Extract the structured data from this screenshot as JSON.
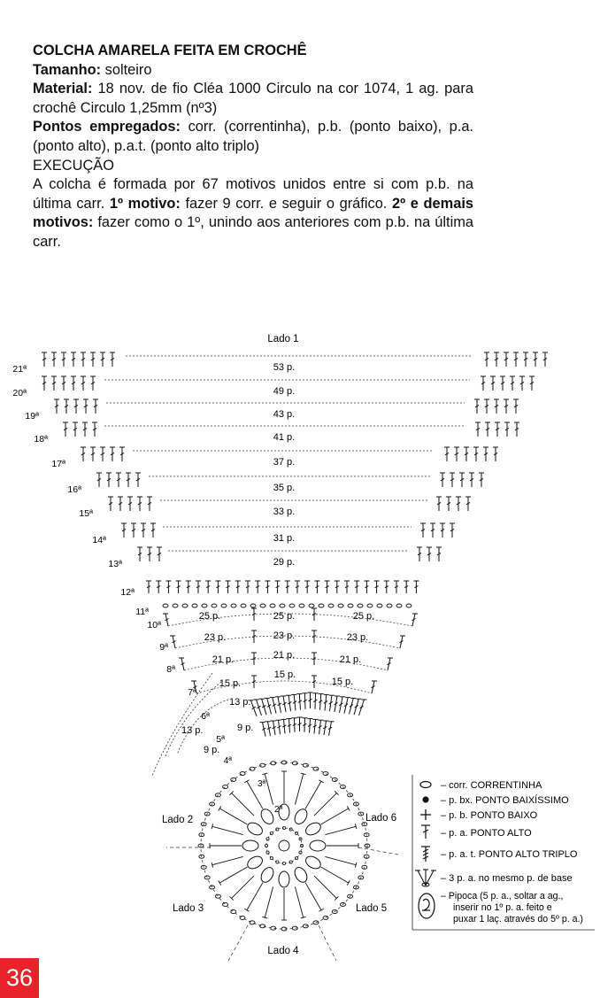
{
  "document": {
    "title": "COLCHA AMARELA FEITA EM CROCHÊ",
    "size_label": "Tamanho:",
    "size_value": "solteiro",
    "material_label": "Material:",
    "material_value": "18 nov. de fio Cléa 1000 Circulo na cor 1074, 1 ag. para crochê Circulo 1,25mm (nº3)",
    "stitches_label": "Pontos empregados:",
    "stitches_value": "corr. (correntinha), p.b. (ponto baixo), p.a. (ponto alto), p.a.t. (ponto alto triplo)",
    "execution_heading": "EXECUÇÃO",
    "execution_text_1": "A colcha é formada por 67 motivos unidos entre si com p.b. na última carr.",
    "motif1_label": "1º motivo:",
    "motif1_text": "fazer 9 corr. e seguir o gráfico.",
    "motif2_label": "2º e demais motivos:",
    "motif2_text": "fazer como o 1º, unindo aos anteriores com p.b. na última carr."
  },
  "diagram": {
    "side_labels": [
      "Lado 1",
      "Lado 2",
      "Lado 3",
      "Lado 4",
      "Lado 5",
      "Lado 6"
    ],
    "rows": [
      {
        "row": "21ª",
        "count": "53 p."
      },
      {
        "row": "20ª",
        "count": "49 p."
      },
      {
        "row": "19ª",
        "count": "43 p."
      },
      {
        "row": "18ª",
        "count": "41 p."
      },
      {
        "row": "17ª",
        "count": "37 p."
      },
      {
        "row": "16ª",
        "count": "35 p."
      },
      {
        "row": "15ª",
        "count": "33 p."
      },
      {
        "row": "14ª",
        "count": "31 p."
      },
      {
        "row": "13ª",
        "count": "29 p."
      },
      {
        "row": "12ª",
        "count": ""
      },
      {
        "row": "11ª",
        "count": ""
      },
      {
        "row": "10ª",
        "count": "25 p."
      },
      {
        "row": "9ª",
        "count": "23 p."
      },
      {
        "row": "8ª",
        "count": "21 p."
      },
      {
        "row": "7ª",
        "count": "15 p."
      },
      {
        "row": "6ª",
        "count": "13 p."
      },
      {
        "row": "5ª",
        "count": "9 p."
      },
      {
        "row": "4ª",
        "count": ""
      },
      {
        "row": "3ª",
        "count": ""
      },
      {
        "row": "2ª",
        "count": ""
      }
    ]
  },
  "legend": [
    {
      "symbol": "chain-oval",
      "text": "– corr. CORRENTINHA"
    },
    {
      "symbol": "slip-dot",
      "text": "– p. bx. PONTO BAIXÍSSIMO"
    },
    {
      "symbol": "cross",
      "text": "– p. b. PONTO BAIXO"
    },
    {
      "symbol": "double-crochet",
      "text": "– p. a. PONTO ALTO"
    },
    {
      "symbol": "triple-crochet",
      "text": "– p. a. t. PONTO ALTO TRIPLO"
    },
    {
      "symbol": "fan-3",
      "text": "– 3 p. a. no mesmo p. de base"
    },
    {
      "symbol": "popcorn",
      "text": "– Pipoca (5 p. a., soltar a ag., inserir no 1º p. a. feito e puxar 1 laç. através do 5º p. a.)"
    }
  ],
  "page_number": "36",
  "colors": {
    "badge": "#e8232a"
  }
}
